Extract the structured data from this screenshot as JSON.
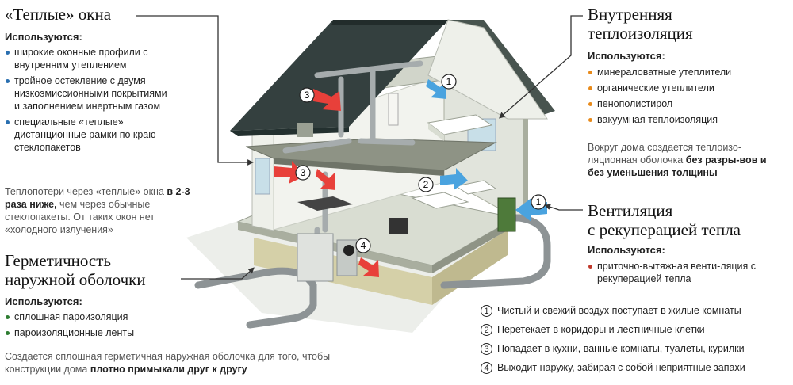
{
  "windows": {
    "title": "«Теплые» окна",
    "used_label": "Используются:",
    "items": [
      "широкие оконные профили с внутренним утеплением",
      "тройное остекление с двумя низкоэмиссионными покрытиями и заполнением инертным газом",
      "специальные «теплые» дистанционные рамки по краю стеклопакетов"
    ],
    "note_a": "Теплопотери через «теплые» окна ",
    "note_b": "в 2-3 раза ниже,",
    "note_c": " чем через обычные стеклопакеты. От таких окон нет «холодного излучения»"
  },
  "seal": {
    "title_line1": "Герметичность",
    "title_line2": "наружной оболочки",
    "used_label": "Используются:",
    "items": [
      "сплошная пароизоляция",
      "пароизоляционные ленты"
    ],
    "note_a": "Создается сплошная герметичная наружная оболочка для того, чтобы конструкции дома ",
    "note_b": "плотно примыкали друг к другу"
  },
  "insulation": {
    "title_line1": "Внутренняя",
    "title_line2": "теплоизоляция",
    "used_label": "Используются:",
    "items": [
      "минераловатные утеплители",
      "органические утеплители",
      "пенополистирол",
      "вакуумная теплоизоляция"
    ],
    "note_a": "Вокруг дома создается теплоизо-ляционная оболочка ",
    "note_b": "без разры-вов и без уменьшения толщины"
  },
  "ventilation": {
    "title_line1": "Вентиляция",
    "title_line2": "с рекуперацией тепла",
    "used_label": "Используются:",
    "items": [
      "приточно-вытяжная венти-ляция с рекуперацией тепла"
    ]
  },
  "legend": [
    {
      "num": "1",
      "text": "Чистый и свежий воздух поступает в жилые комнаты"
    },
    {
      "num": "2",
      "text": "Перетекает в коридоры и лестничные клетки"
    },
    {
      "num": "3",
      "text": "Попадает в кухни, ванные комнаты, туалеты, курилки"
    },
    {
      "num": "4",
      "text": "Выходит наружу, забирая с собой неприятные запахи"
    }
  ],
  "markers": [
    "1",
    "2",
    "3",
    "3",
    "4",
    "1"
  ],
  "colors": {
    "blue": "#2a6fb0",
    "orange": "#e88a1a",
    "red": "#c0392b",
    "green": "#2e7d32",
    "roof": "#2f3a3a",
    "wall": "#e9ece6",
    "floor": "#c9cebf",
    "pipe": "#a6acad",
    "hot_arrow": "#e8403a",
    "cold_arrow": "#4aa3df"
  }
}
